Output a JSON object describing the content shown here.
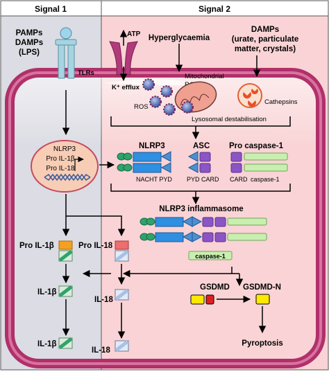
{
  "headers": {
    "signal1": "Signal 1",
    "signal2": "Signal 2"
  },
  "receptor": {
    "ligands": [
      "PAMPs",
      "DAMPs",
      "(LPS)"
    ],
    "label": "TLRs"
  },
  "channel": {
    "atp": "ATP",
    "efflux": "K⁺ efflux"
  },
  "hyperglycaemia": "Hyperglycaemia",
  "damps_title": [
    "DAMPs",
    "(urate, particulate",
    "matter, crystals)"
  ],
  "mito": {
    "label": [
      "Mitochondrial",
      "ROS"
    ],
    "ros": "ROS"
  },
  "cathepsins": "Cathepsins",
  "lysosomal": "Lysosomal destabilisation",
  "nucleus": {
    "lines": [
      "NLRP3",
      "Pro IL-1β",
      "Pro IL-18"
    ]
  },
  "components": {
    "nlrp3": "NLRP3",
    "asc": "ASC",
    "procasp": "Pro caspase-1",
    "nacht_pyd": "NACHT  PYD",
    "pyd_card": "PYD CARD",
    "card": "CARD",
    "caspase_sub": "caspase-1"
  },
  "inflammasome": {
    "title": "NLRP3 inflammasome",
    "caspase_label": "caspase-1"
  },
  "cytokines": {
    "pro_il1b": "Pro IL-1β",
    "pro_il18": "Pro IL-18",
    "il1b": "IL-1β",
    "il18": "IL-18",
    "il1b_out": "IL-1β",
    "il18_out": "IL-18"
  },
  "gasdermin": {
    "gsdmd": "GSDMD",
    "gsdmd_n": "GSDMD-N",
    "pyroptosis": "Pyroptosis"
  },
  "colors": {
    "signal1_bg": "#dcdce4",
    "signal2_bg": "#f9d3d5",
    "membrane": "#b0306a",
    "nlrp3_blue": "#2f8fe0",
    "pyd": "#4f8fd0",
    "asc_purple": "#8b55c6",
    "green": "#2ea36b",
    "procasp_green": "#c9efb0",
    "orange": "#f5a020",
    "red_pro": "#ef6d6d",
    "yellow": "#ffe800",
    "red": "#e02020"
  }
}
